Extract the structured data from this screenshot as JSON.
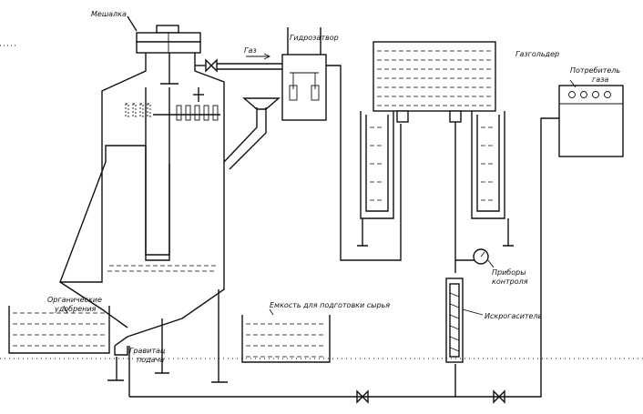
{
  "labels": {
    "mixer": "Мешалка",
    "water_seal": "Гидрозатвор",
    "gas": "Газ",
    "gasholder": "Газгольдер",
    "consumer_line1": "Потребитель",
    "consumer_line2": "газа",
    "organic_line1": "Органические",
    "organic_line2": "удобрения",
    "prep_tank": "Емкость для подготовки сырья",
    "gravity_line1": "Гравитац",
    "gravity_line2": "подача",
    "control_line1": "Приборы",
    "control_line2": "контроля",
    "spark_arrester": "Искрогаситель"
  }
}
